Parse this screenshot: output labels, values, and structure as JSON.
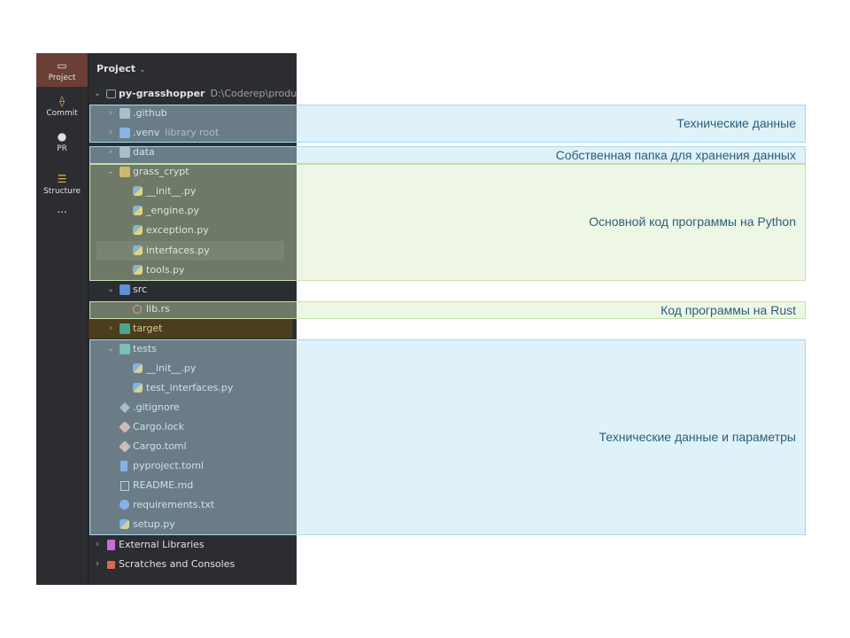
{
  "tool_strip": {
    "project": "Project",
    "commit": "Commit",
    "pr": "PR",
    "structure": "Structure",
    "more": "..."
  },
  "panel": {
    "title": "Project"
  },
  "tree": {
    "root": {
      "name": "py-grasshopper",
      "path": "D:\\Coderep\\produc"
    },
    "github": ".github",
    "venv": {
      "name": ".venv",
      "hint": "library root"
    },
    "data": "data",
    "grass_crypt": "grass_crypt",
    "gc_init": "__init__.py",
    "gc_engine": "_engine.py",
    "gc_exception": "exception.py",
    "gc_interfaces": "interfaces.py",
    "gc_tools": "tools.py",
    "src": "src",
    "lib_rs": "lib.rs",
    "target": "target",
    "tests": "tests",
    "tests_init": "__init__.py",
    "tests_interfaces": "test_interfaces.py",
    "gitignore": ".gitignore",
    "cargo_lock": "Cargo.lock",
    "cargo_toml": "Cargo.toml",
    "pyproject": "pyproject.toml",
    "readme": "README.md",
    "requirements": "requirements.txt",
    "setup": "setup.py",
    "external": "External Libraries",
    "scratches": "Scratches and Consoles"
  },
  "annotations": {
    "tech_data": "Технические данные",
    "own_folder": "Собственная папка для хранения данных",
    "main_code": "Основной код программы на Python",
    "rust_code": "Код программы на Rust",
    "tech_params": "Технические данные и параметры"
  }
}
